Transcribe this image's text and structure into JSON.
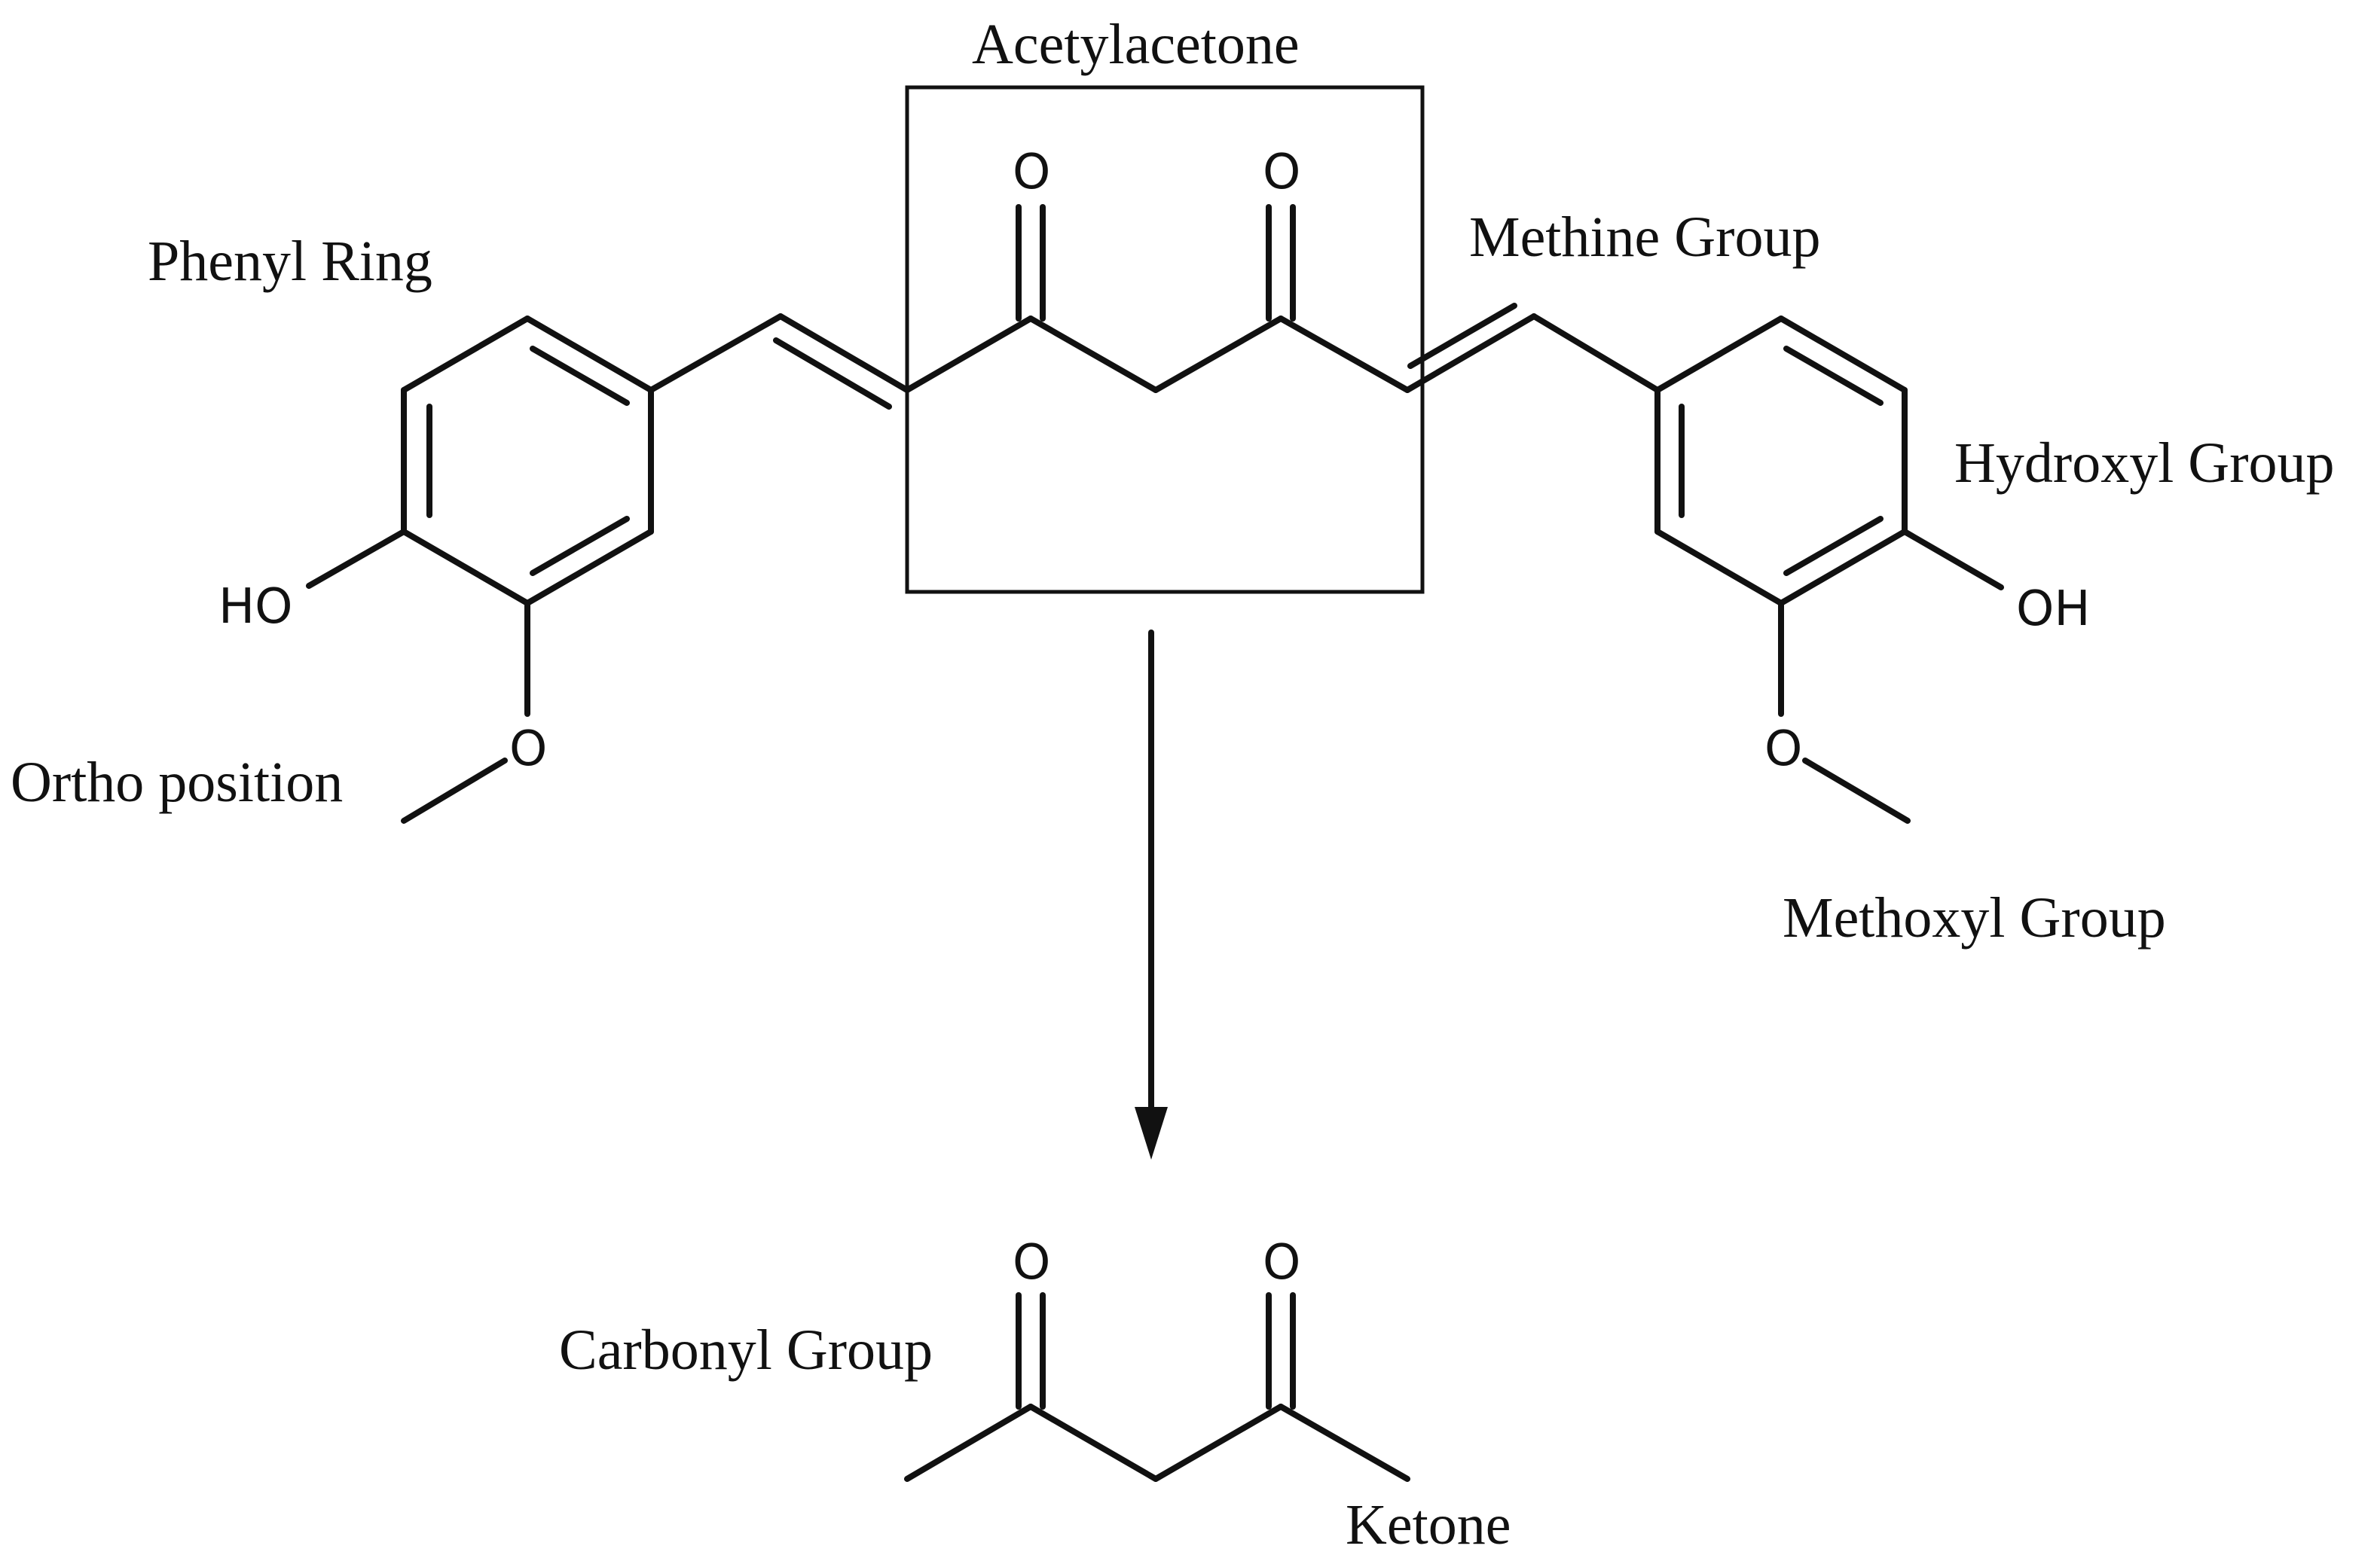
{
  "labels": {
    "acetylacetone": "Acetylacetone",
    "phenyl_ring": "Phenyl Ring",
    "methine_group": "Methine Group",
    "hydroxyl_group": "Hydroxyl Group",
    "ortho_position": "Ortho position",
    "methoxyl_group": "Methoxyl Group",
    "carbonyl_group": "Carbonyl Group",
    "ketone": "Ketone"
  },
  "atoms": {
    "oxygen": "O",
    "hydroxyl": "HO",
    "hydroxyl_right": "OH"
  }
}
